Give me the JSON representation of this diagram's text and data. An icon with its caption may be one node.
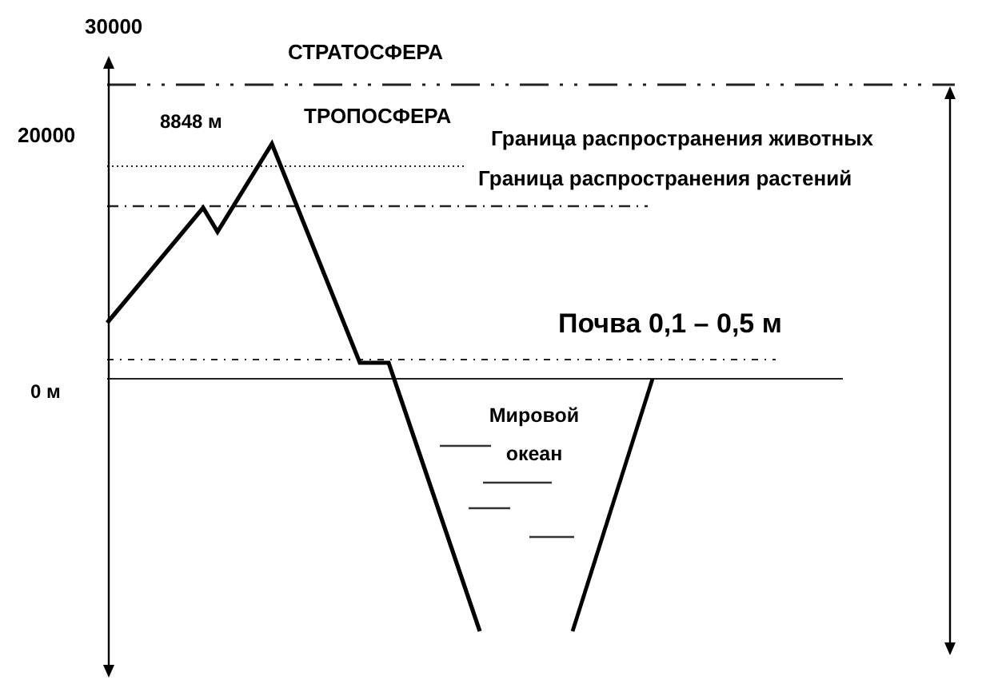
{
  "diagram": {
    "labels": [
      "30000",
      "СТРАТОСФЕРА",
      "8848 м",
      "ТРОПОСФЕРА",
      "20000",
      "Граница распространения животных",
      "Граница распространения растений",
      "Почва 0,1 – 0,5 м",
      "0 м",
      "Мировой океан"
    ]
  }
}
